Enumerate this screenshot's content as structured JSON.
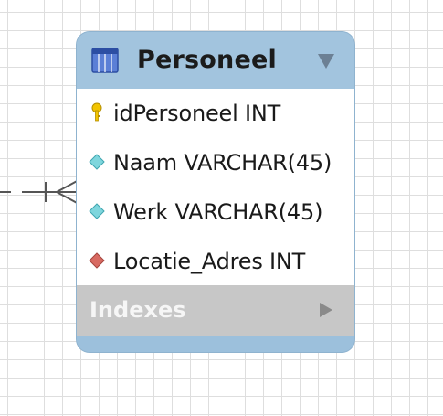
{
  "canvas": {
    "grid": true
  },
  "relationship": {
    "notation": "one-to-many",
    "line_style": "dashed"
  },
  "table": {
    "name": "Personeel",
    "icon": "table-icon",
    "toggle_icon": "chevron-down-icon",
    "header_color": "#a2c4de",
    "columns": [
      {
        "text": "idPersoneel INT",
        "icon": "primary-key-icon",
        "icon_color": "#f2c400"
      },
      {
        "text": "Naam VARCHAR(45)",
        "icon": "column-diamond-icon",
        "icon_color": "#7fd6dd"
      },
      {
        "text": "Werk VARCHAR(45)",
        "icon": "column-diamond-icon",
        "icon_color": "#7fd6dd"
      },
      {
        "text": "Locatie_Adres INT",
        "icon": "foreign-key-diamond-icon",
        "icon_color": "#d86a62"
      }
    ],
    "indexes": {
      "label": "Indexes",
      "icon": "chevron-right-icon"
    }
  }
}
